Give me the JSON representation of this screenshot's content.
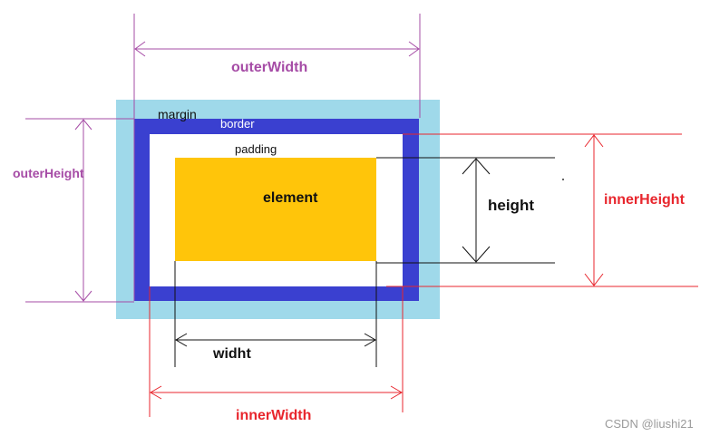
{
  "labels": {
    "margin": "margin",
    "border": "border",
    "padding": "padding",
    "element": "element",
    "height": "height",
    "width": "widht",
    "outer_width": "outerWidth",
    "outer_height": "outerHeight",
    "inner_width": "innerWidth",
    "inner_height": "innerHeight"
  },
  "watermark": "CSDN @liushi21",
  "colors": {
    "margin": "#9fd9ea",
    "border": "#3a40d0",
    "padding": "#ffffff",
    "element": "#ffc50a",
    "outer_measure": "#a64ca6",
    "inner_measure": "#e8262d",
    "content_measure": "#111111"
  }
}
